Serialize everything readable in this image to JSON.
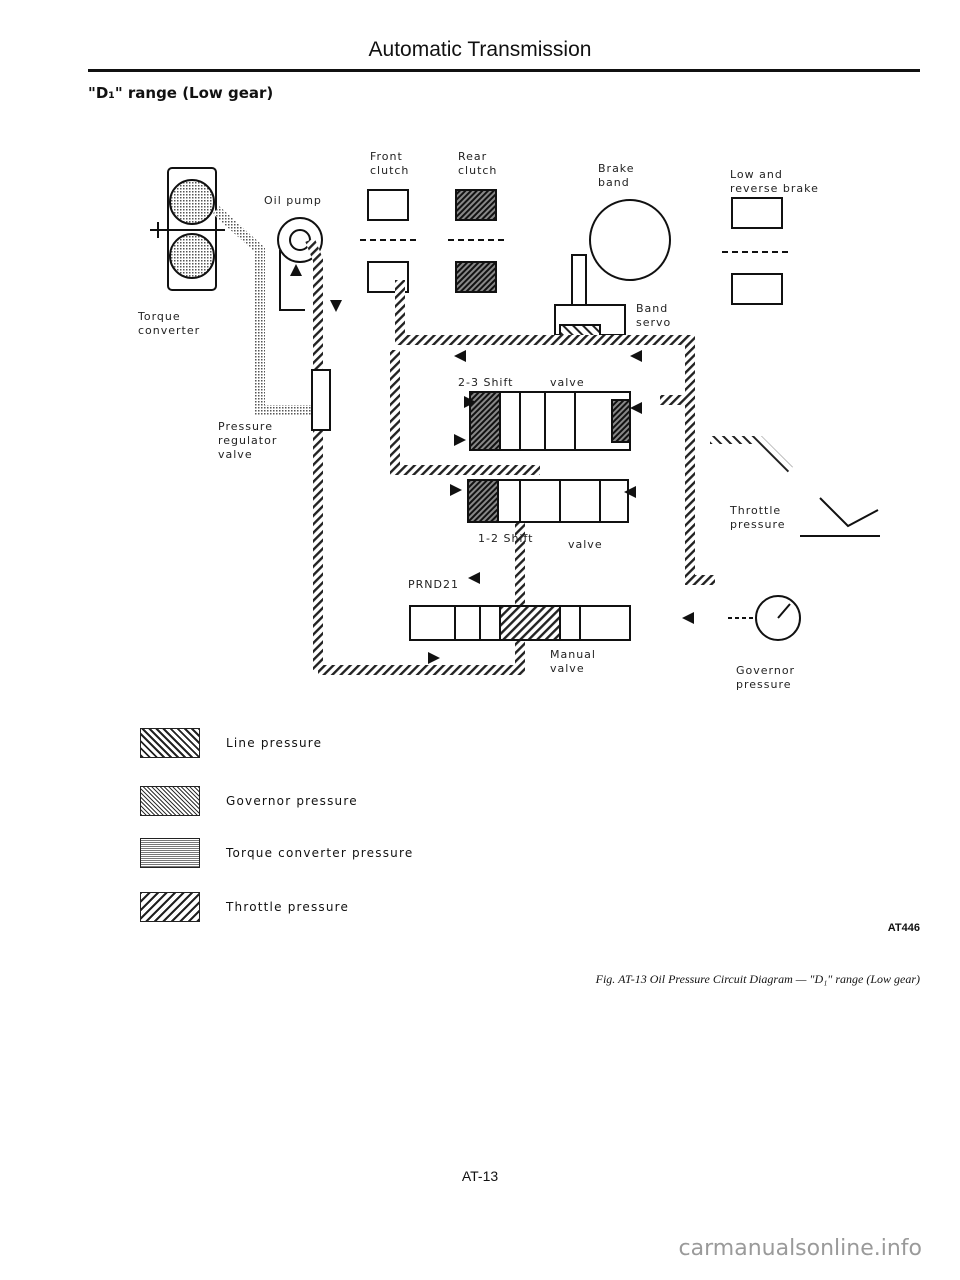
{
  "header": {
    "title": "Automatic Transmission"
  },
  "section": {
    "title": "\"D₁\" range (Low gear)"
  },
  "diagram": {
    "labels": {
      "torque_converter_1": "Torque",
      "torque_converter_2": "converter",
      "oil_pump": "Oil pump",
      "front_clutch_1": "Front",
      "front_clutch_2": "clutch",
      "rear_clutch_1": "Rear",
      "rear_clutch_2": "clutch",
      "brake_band_1": "Brake",
      "brake_band_2": "band",
      "low_reverse_1": "Low and",
      "low_reverse_2": "reverse brake",
      "band_servo_1": "Band",
      "band_servo_2": "servo",
      "shift_23": "2-3 Shift",
      "shift_23_valve": "valve",
      "pressure_regulator_1": "Pressure",
      "pressure_regulator_2": "regulator",
      "pressure_regulator_3": "valve",
      "throttle_pressure_1": "Throttle",
      "throttle_pressure_2": "pressure",
      "shift_12": "1-2 Shift",
      "shift_12_valve": "valve",
      "prnd21": "PRND21",
      "manual_valve_1": "Manual",
      "manual_valve_2": "valve",
      "governor_pressure_1": "Governor",
      "governor_pressure_2": "pressure"
    }
  },
  "legend": [
    {
      "label": "Line pressure",
      "pattern": "line"
    },
    {
      "label": "Governor pressure",
      "pattern": "governor"
    },
    {
      "label": "Torque converter pressure",
      "pattern": "torque"
    },
    {
      "label": "Throttle pressure",
      "pattern": "throttle"
    }
  ],
  "figure_code": "AT446",
  "caption": "Fig. AT-13 Oil Pressure Circuit Diagram — \"D₁\" range (Low gear)",
  "page_number": "AT-13",
  "watermark": "carmanualsonline.info"
}
